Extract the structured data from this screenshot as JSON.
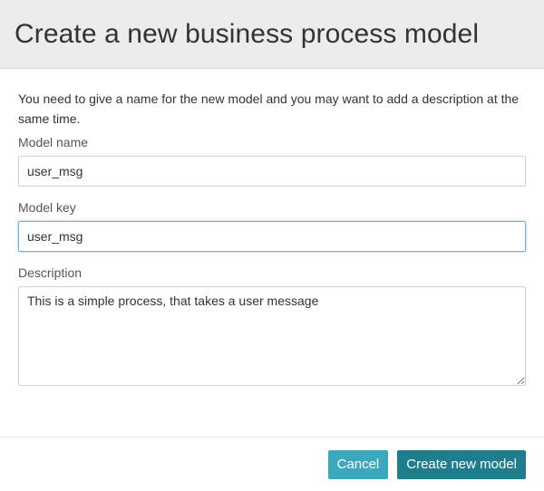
{
  "dialog": {
    "title": "Create a new business process model",
    "intro": "You need to give a name for the new model and you may want to add a description at the same time."
  },
  "form": {
    "name_label": "Model name",
    "name_value": "user_msg",
    "key_label": "Model key",
    "key_value": "user_msg",
    "description_label": "Description",
    "description_value": "This is a simple process, that takes a user message"
  },
  "footer": {
    "cancel_label": "Cancel",
    "create_label": "Create new model"
  },
  "colors": {
    "header_bg": "#e9edf0",
    "cancel_button": "#3ba9bd",
    "primary_button": "#1f7e8e",
    "focus_border": "#66afe9"
  }
}
